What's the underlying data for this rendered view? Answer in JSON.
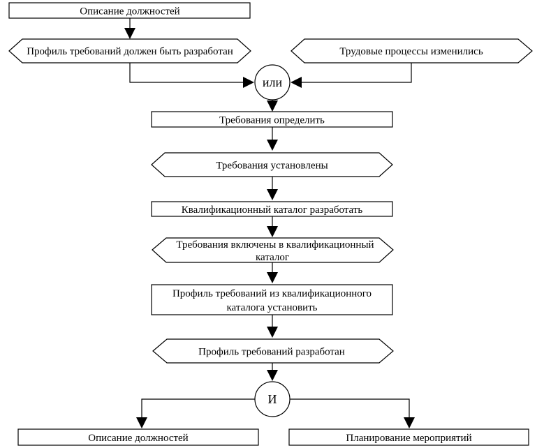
{
  "nodes": {
    "job_desc_top": "Описание должностей",
    "profile_must": "Профиль требований должен быть разработан",
    "work_changed": "Трудовые процессы изменились",
    "req_define": "Требования определить",
    "req_set": "Требования установлены",
    "catalog_develop": "Квалификационный каталог разработать",
    "req_included": [
      "Требования включены в квалификационный",
      "каталог"
    ],
    "profile_from_catalog": [
      "Профиль требований из квалификационного",
      "каталога установить"
    ],
    "profile_done": "Профиль требований разработан",
    "job_desc_bottom": "Описание должностей",
    "plan_measures": "Планирование мероприятий"
  },
  "connectors": {
    "or": "или",
    "and": "И"
  },
  "colors": {
    "stroke": "#000000",
    "fill": "#ffffff"
  }
}
